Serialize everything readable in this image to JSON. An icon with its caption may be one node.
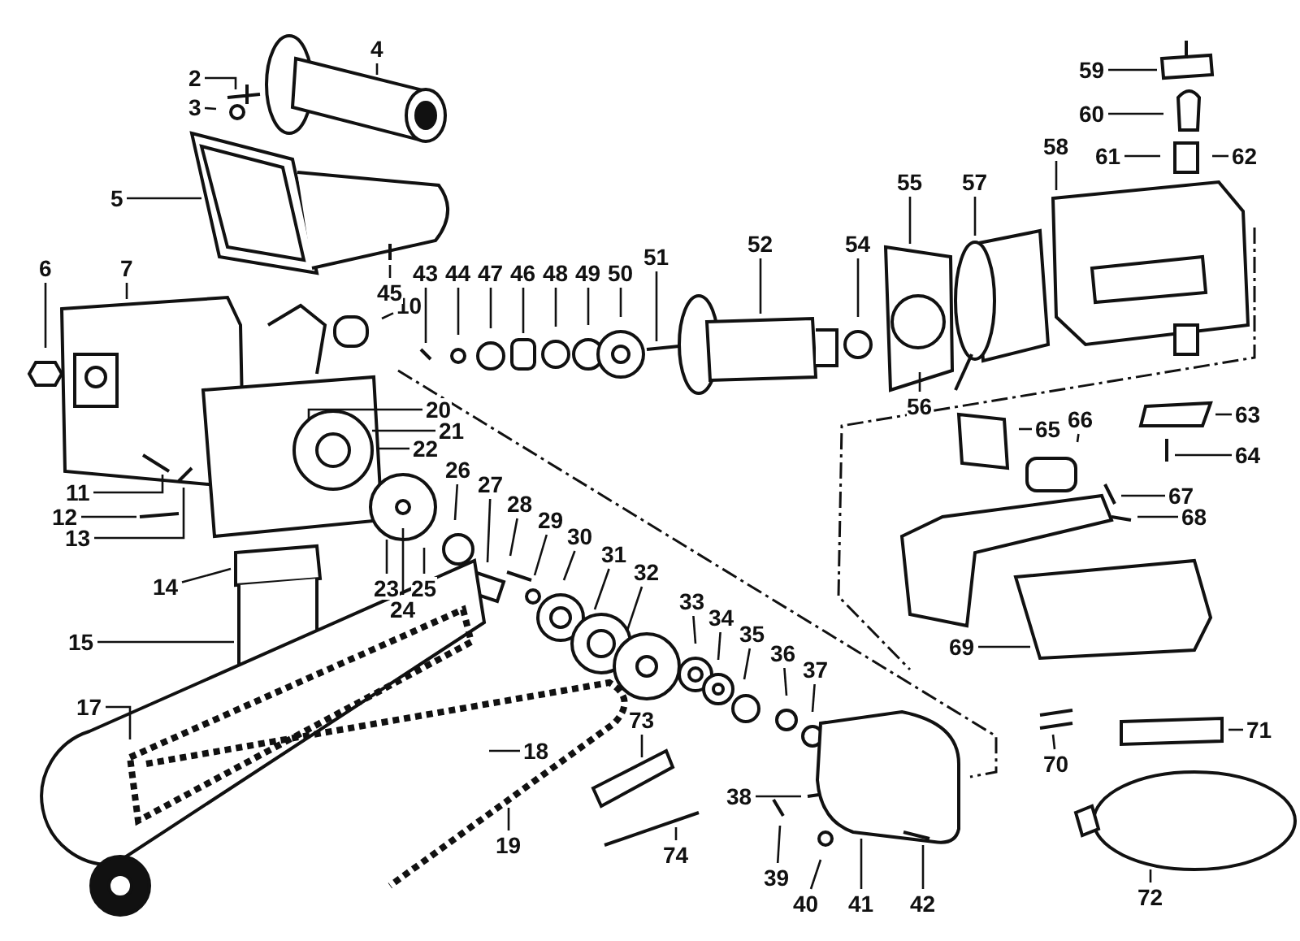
{
  "diagram": {
    "nodes": [
      {
        "text": [
          "2"
        ]
      },
      {
        "text": [
          "3"
        ]
      },
      {
        "text": [
          "4"
        ]
      },
      {
        "text": [
          "5"
        ]
      },
      {
        "text": [
          "6"
        ]
      },
      {
        "text": [
          "7"
        ]
      },
      {
        "text": [
          "10"
        ]
      },
      {
        "text": [
          "11"
        ]
      },
      {
        "text": [
          "12"
        ]
      },
      {
        "text": [
          "13"
        ]
      },
      {
        "text": [
          "14"
        ]
      },
      {
        "text": [
          "15"
        ]
      },
      {
        "text": [
          "17"
        ]
      },
      {
        "text": [
          "18"
        ]
      },
      {
        "text": [
          "19"
        ]
      },
      {
        "text": [
          "20"
        ]
      },
      {
        "text": [
          "21"
        ]
      },
      {
        "text": [
          "22"
        ]
      },
      {
        "text": [
          "23"
        ]
      },
      {
        "text": [
          "24"
        ]
      },
      {
        "text": [
          "25"
        ]
      },
      {
        "text": [
          "26"
        ]
      },
      {
        "text": [
          "27"
        ]
      },
      {
        "text": [
          "28"
        ]
      },
      {
        "text": [
          "29"
        ]
      },
      {
        "text": [
          "30"
        ]
      },
      {
        "text": [
          "31"
        ]
      },
      {
        "text": [
          "32"
        ]
      },
      {
        "text": [
          "33"
        ]
      },
      {
        "text": [
          "34"
        ]
      },
      {
        "text": [
          "35"
        ]
      },
      {
        "text": [
          "36"
        ]
      },
      {
        "text": [
          "37"
        ]
      },
      {
        "text": [
          "38"
        ]
      },
      {
        "text": [
          "39"
        ]
      },
      {
        "text": [
          "40"
        ]
      },
      {
        "text": [
          "41"
        ]
      },
      {
        "text": [
          "42"
        ]
      },
      {
        "text": [
          "43"
        ]
      },
      {
        "text": [
          "44"
        ]
      },
      {
        "text": [
          "45"
        ]
      },
      {
        "text": [
          "46"
        ]
      },
      {
        "text": [
          "47"
        ]
      },
      {
        "text": [
          "48"
        ]
      },
      {
        "text": [
          "49"
        ]
      },
      {
        "text": [
          "50"
        ]
      },
      {
        "text": [
          "51"
        ]
      },
      {
        "text": [
          "52"
        ]
      },
      {
        "text": [
          "54"
        ]
      },
      {
        "text": [
          "55"
        ]
      },
      {
        "text": [
          "56"
        ]
      },
      {
        "text": [
          "57"
        ]
      },
      {
        "text": [
          "58"
        ]
      },
      {
        "text": [
          "59"
        ]
      },
      {
        "text": [
          "60"
        ]
      },
      {
        "text": [
          "61"
        ]
      },
      {
        "text": [
          "62"
        ]
      },
      {
        "text": [
          "63"
        ]
      },
      {
        "text": [
          "64"
        ]
      },
      {
        "text": [
          "65"
        ]
      },
      {
        "text": [
          "66"
        ]
      },
      {
        "text": [
          "67"
        ]
      },
      {
        "text": [
          "68"
        ]
      },
      {
        "text": [
          "69"
        ]
      },
      {
        "text": [
          "70"
        ]
      },
      {
        "text": [
          "71"
        ]
      },
      {
        "text": [
          "72"
        ]
      },
      {
        "text": [
          "73"
        ]
      },
      {
        "text": [
          "74"
        ]
      }
    ],
    "edges": [
      {
        "from": 0,
        "to": null,
        "arrow": "none"
      },
      {
        "from": 1,
        "to": null,
        "arrow": "none"
      },
      {
        "from": 2,
        "to": null,
        "arrow": "none"
      },
      {
        "from": 3,
        "to": null,
        "arrow": "none"
      },
      {
        "from": 4,
        "to": null,
        "arrow": "none"
      },
      {
        "from": 5,
        "to": null,
        "arrow": "none"
      },
      {
        "from": 6,
        "to": null,
        "arrow": "none"
      },
      {
        "from": 7,
        "to": null,
        "arrow": "none"
      },
      {
        "from": 8,
        "to": null,
        "arrow": "none"
      },
      {
        "from": 9,
        "to": null,
        "arrow": "none"
      },
      {
        "from": 10,
        "to": null,
        "arrow": "none"
      },
      {
        "from": 11,
        "to": null,
        "arrow": "none"
      },
      {
        "from": 12,
        "to": null,
        "arrow": "none"
      },
      {
        "from": 13,
        "to": null,
        "arrow": "none"
      },
      {
        "from": 14,
        "to": null,
        "arrow": "none"
      },
      {
        "from": 15,
        "to": null,
        "arrow": "none"
      },
      {
        "from": 16,
        "to": null,
        "arrow": "none"
      },
      {
        "from": 17,
        "to": null,
        "arrow": "none"
      },
      {
        "from": 18,
        "to": null,
        "arrow": "none"
      },
      {
        "from": 19,
        "to": null,
        "arrow": "none"
      },
      {
        "from": 20,
        "to": null,
        "arrow": "none"
      },
      {
        "from": 21,
        "to": null,
        "arrow": "none"
      },
      {
        "from": 22,
        "to": null,
        "arrow": "none"
      },
      {
        "from": 23,
        "to": null,
        "arrow": "none"
      },
      {
        "from": 24,
        "to": null,
        "arrow": "none"
      },
      {
        "from": 25,
        "to": null,
        "arrow": "none"
      },
      {
        "from": 26,
        "to": null,
        "arrow": "none"
      },
      {
        "from": 27,
        "to": null,
        "arrow": "none"
      },
      {
        "from": 28,
        "to": null,
        "arrow": "none"
      },
      {
        "from": 29,
        "to": null,
        "arrow": "none"
      },
      {
        "from": 30,
        "to": null,
        "arrow": "none"
      },
      {
        "from": 31,
        "to": null,
        "arrow": "none"
      },
      {
        "from": 32,
        "to": null,
        "arrow": "none"
      },
      {
        "from": 33,
        "to": null,
        "arrow": "none"
      },
      {
        "from": 34,
        "to": null,
        "arrow": "none"
      },
      {
        "from": 35,
        "to": null,
        "arrow": "none"
      },
      {
        "from": 36,
        "to": null,
        "arrow": "none"
      },
      {
        "from": 37,
        "to": null,
        "arrow": "none"
      },
      {
        "from": 38,
        "to": null,
        "arrow": "none"
      },
      {
        "from": 39,
        "to": null,
        "arrow": "none"
      },
      {
        "from": 40,
        "to": null,
        "arrow": "none"
      },
      {
        "from": 41,
        "to": null,
        "arrow": "none"
      },
      {
        "from": 42,
        "to": null,
        "arrow": "none"
      },
      {
        "from": 43,
        "to": null,
        "arrow": "none"
      },
      {
        "from": 44,
        "to": null,
        "arrow": "none"
      },
      {
        "from": 45,
        "to": null,
        "arrow": "none"
      },
      {
        "from": 46,
        "to": null,
        "arrow": "none"
      },
      {
        "from": 47,
        "to": null,
        "arrow": "none"
      },
      {
        "from": 48,
        "to": null,
        "arrow": "none"
      },
      {
        "from": 49,
        "to": null,
        "arrow": "none"
      },
      {
        "from": 50,
        "to": null,
        "arrow": "none"
      },
      {
        "from": 51,
        "to": null,
        "arrow": "none"
      },
      {
        "from": 52,
        "to": null,
        "arrow": "none"
      },
      {
        "from": 53,
        "to": null,
        "arrow": "none"
      },
      {
        "from": 54,
        "to": null,
        "arrow": "none"
      },
      {
        "from": 55,
        "to": null,
        "arrow": "none"
      },
      {
        "from": 56,
        "to": null,
        "arrow": "none"
      },
      {
        "from": 57,
        "to": null,
        "arrow": "none"
      },
      {
        "from": 58,
        "to": null,
        "arrow": "none"
      },
      {
        "from": 59,
        "to": null,
        "arrow": "none"
      },
      {
        "from": 60,
        "to": null,
        "arrow": "none"
      },
      {
        "from": 61,
        "to": null,
        "arrow": "none"
      },
      {
        "from": 62,
        "to": null,
        "arrow": "none"
      },
      {
        "from": 63,
        "to": null,
        "arrow": "none"
      },
      {
        "from": 64,
        "to": null,
        "arrow": "none"
      },
      {
        "from": 65,
        "to": null,
        "arrow": "none"
      },
      {
        "from": 66,
        "to": null,
        "arrow": "none"
      },
      {
        "from": 67,
        "to": null,
        "arrow": "none"
      },
      {
        "from": 68,
        "to": null,
        "arrow": "none"
      }
    ]
  }
}
